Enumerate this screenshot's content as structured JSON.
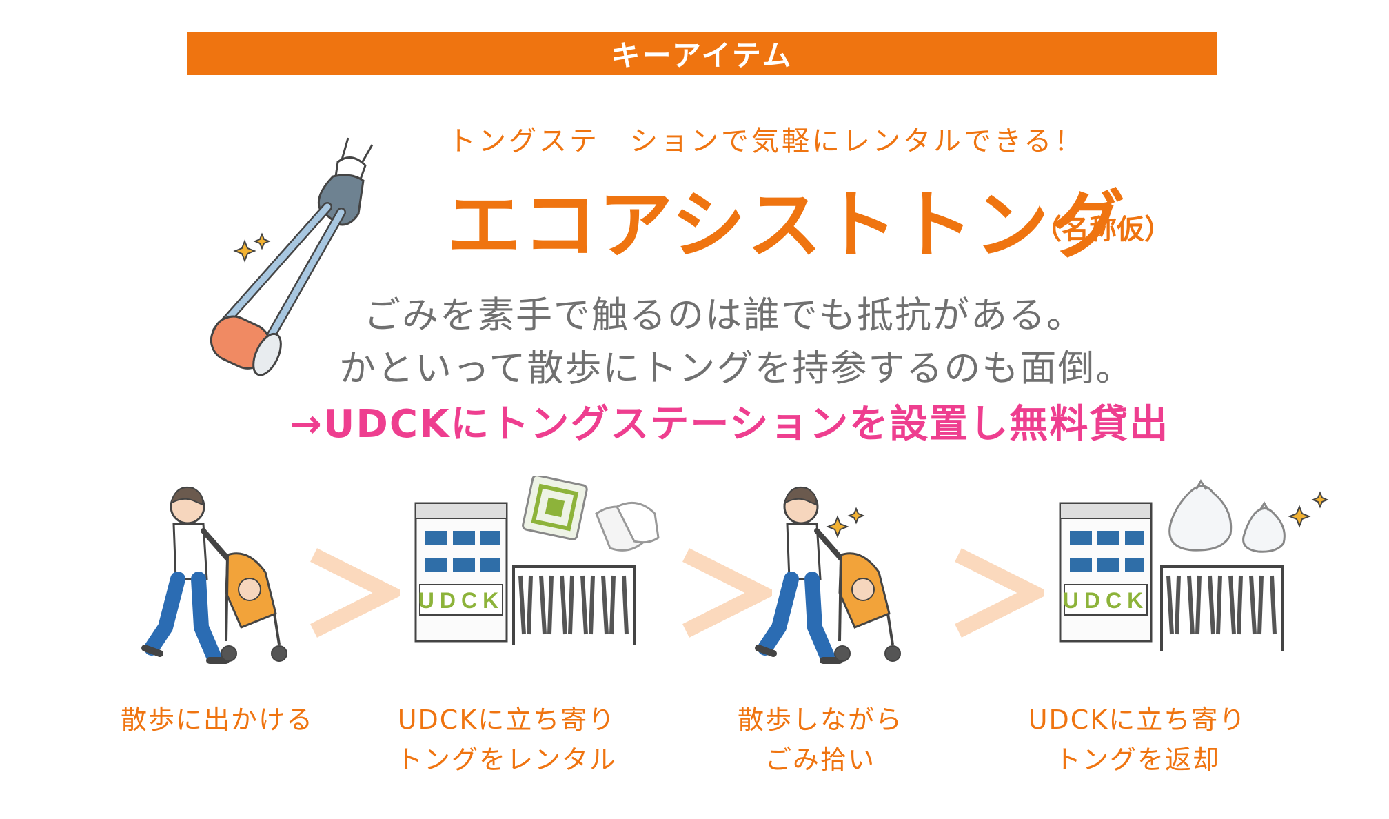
{
  "banner": {
    "label": "キーアイテム"
  },
  "header": {
    "subtitle": "トングステ　ションで気軽にレンタルできる！",
    "title": "エコアシストトング",
    "title_note": "（名称仮）"
  },
  "body": {
    "line1": "ごみを素手で触るのは誰でも抵抗がある。",
    "line2": "かといって散歩にトングを持参するのも面倒。",
    "highlight": "→UDCKにトングステーションを設置し無料貸出"
  },
  "steps": [
    {
      "caption_lines": [
        "散歩に出かける"
      ]
    },
    {
      "caption_lines": [
        "UDCKに立ち寄り",
        "トングをレンタル"
      ],
      "sign": "UDCK"
    },
    {
      "caption_lines": [
        "散歩しながら",
        "ごみ拾い"
      ]
    },
    {
      "caption_lines": [
        "UDCKに立ち寄り",
        "トングを返却"
      ],
      "sign": "UDCK"
    }
  ],
  "colors": {
    "accent": "#ef7410",
    "highlight": "#ee3e8f",
    "body_text": "#707070",
    "arrow": "#fbd9bd",
    "sign_green": "#8db33a",
    "window_blue": "#2f6ea8",
    "jeans_blue": "#2b6cb3",
    "stroller_orange": "#f2a33a",
    "tong_blue": "#a8c7e0",
    "tong_pink": "#f08a63",
    "glove_gray": "#6e8291"
  },
  "icons": [
    "tong-icon",
    "walker-with-stroller-icon",
    "building-icon",
    "tong-rack-icon",
    "qr-card-icon",
    "gloves-icon",
    "trash-bag-icon",
    "sparkle-icon",
    "chevron-arrow-icon"
  ]
}
